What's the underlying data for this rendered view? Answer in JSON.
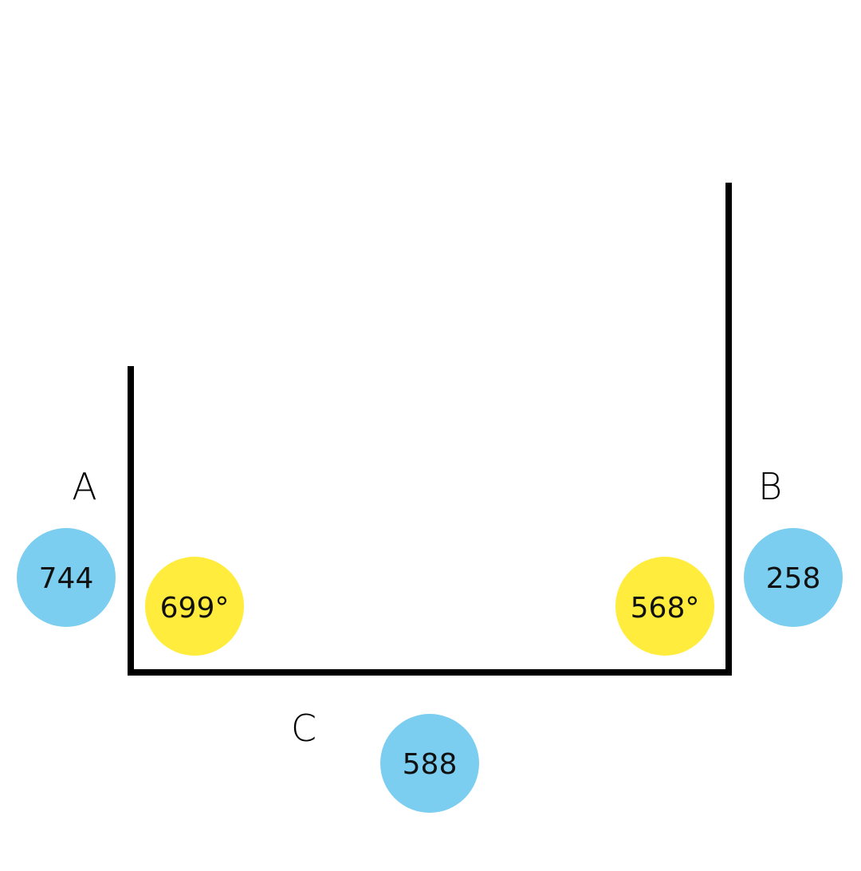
{
  "colors": {
    "background": "#ffffff",
    "line": "#000000",
    "length_badge": "#7ccef0",
    "angle_badge": "#ffec3d"
  },
  "labels": {
    "a": "A",
    "b": "B",
    "c": "C"
  },
  "lengths": {
    "a": "744",
    "b": "258",
    "c": "588"
  },
  "angles": {
    "left": "699°",
    "right": "568°"
  }
}
